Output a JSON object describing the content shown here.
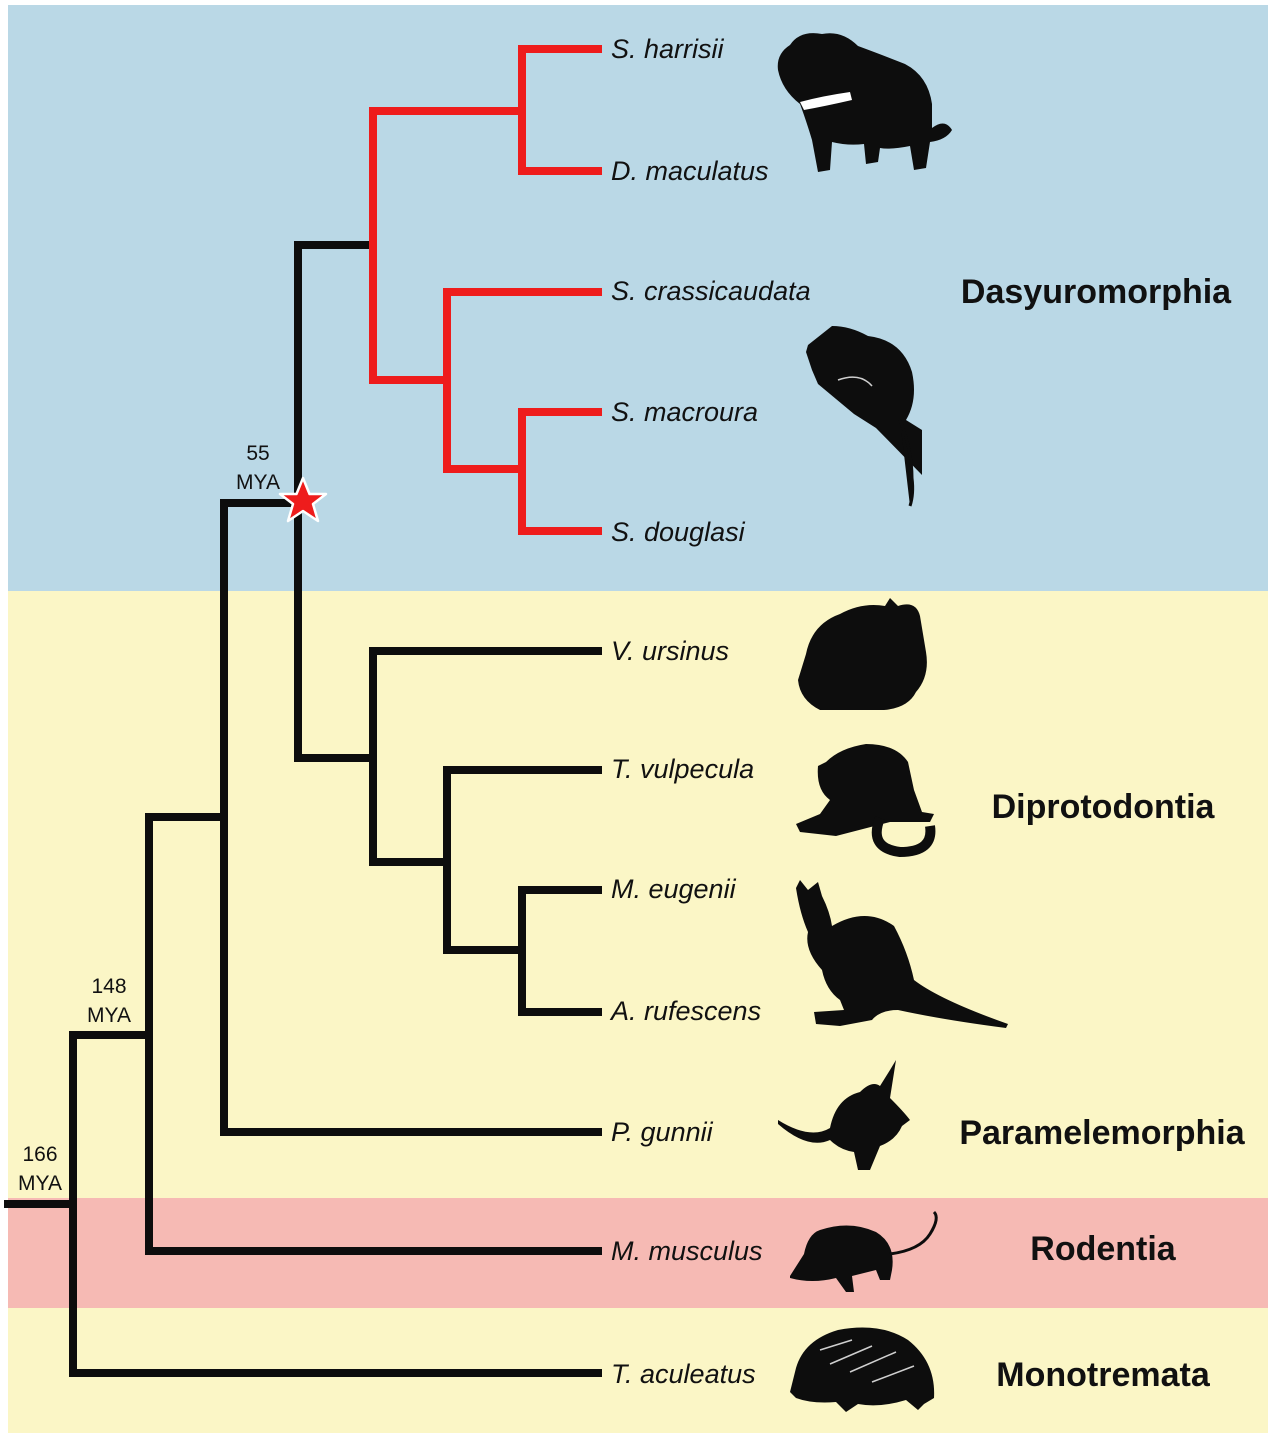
{
  "colors": {
    "dasyuromorphia_band": "#bad8e6",
    "marsupial_band": "#fbf6c6",
    "rodentia_band": "#f6bab4",
    "monotremata_band": "#fbf6c6",
    "highlight_branch": "#ee1c1c",
    "branch": "#0d0d0d",
    "star": "#ee1c1c"
  },
  "clades": {
    "dasyuromorphia": "Dasyuromorphia",
    "diprotodontia": "Diprotodontia",
    "paramelemorphia": "Paramelemorphia",
    "rodentia": "Rodentia",
    "monotremata": "Monotremata"
  },
  "taxa": [
    {
      "label": "S. harrisii",
      "highlight": true
    },
    {
      "label": "D. maculatus",
      "highlight": true
    },
    {
      "label": "S. crassicaudata",
      "highlight": true
    },
    {
      "label": "S. macroura",
      "highlight": true
    },
    {
      "label": "S. douglasi",
      "highlight": true
    },
    {
      "label": "V. ursinus",
      "highlight": false
    },
    {
      "label": "T. vulpecula",
      "highlight": false
    },
    {
      "label": "M. eugenii",
      "highlight": false
    },
    {
      "label": "A. rufescens",
      "highlight": false
    },
    {
      "label": "P. gunnii",
      "highlight": false
    },
    {
      "label": "M. musculus",
      "highlight": false
    },
    {
      "label": "T. aculeatus",
      "highlight": false
    }
  ],
  "divergence_times": [
    {
      "value": "55",
      "unit": "MYA"
    },
    {
      "value": "148",
      "unit": "MYA"
    },
    {
      "value": "166",
      "unit": "MYA"
    }
  ],
  "icons": [
    "tasmanian-devil-icon",
    "dunnart-icon",
    "wombat-icon",
    "possum-icon",
    "wallaby-icon",
    "bandicoot-icon",
    "mouse-icon",
    "echidna-icon",
    "star-icon"
  ]
}
